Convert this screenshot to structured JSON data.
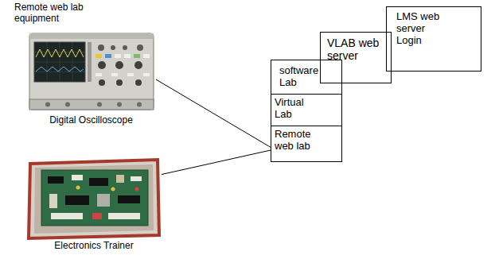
{
  "diagram": {
    "nodes": [
      {
        "text": [
          "Digital Oscilloscope"
        ]
      },
      {
        "text": [
          "Electronics Trainer"
        ]
      },
      {
        "text": [
          "software Lab"
        ]
      },
      {
        "text": [
          "Virtual Lab"
        ]
      },
      {
        "text": [
          "Remote web lab"
        ]
      },
      {
        "text": [
          "VLAB web server"
        ]
      },
      {
        "text": [
          "LMS web server Login"
        ]
      }
    ],
    "edges": [
      {
        "from": 0,
        "to": 4,
        "arrow": "none"
      },
      {
        "from": 1,
        "to": 4,
        "arrow": "none"
      }
    ],
    "labels": [
      "Remote web lab equipment"
    ]
  }
}
